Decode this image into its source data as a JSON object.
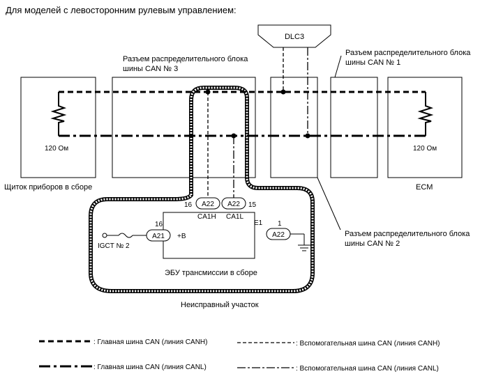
{
  "title": "Для моделей с левосторонним рулевым управлением:",
  "dlc3": "DLC3",
  "junction3_label": [
    "Разъем распределительного блока",
    "шины CAN № 3"
  ],
  "junction1_label": [
    "Разъем распределительного блока",
    "шины CAN № 1"
  ],
  "junction2_label": [
    "Разъем распределительного блока",
    "шины CAN № 2"
  ],
  "resistor_left": "120 Ом",
  "resistor_right": "120 Ом",
  "combination_meter": "Щиток приборов в сборе",
  "ecm": "ECM",
  "tcm": {
    "label": "ЭБУ трансмиссии в сборе",
    "plus_b": "+B",
    "e1": "E1",
    "connectors": [
      {
        "code": "A22",
        "pin": "16",
        "terminal": "CA1H"
      },
      {
        "code": "A22",
        "pin": "15",
        "terminal": "CA1L"
      },
      {
        "code": "A21",
        "pin": "16",
        "terminal": "+B"
      },
      {
        "code": "A22",
        "pin": "1",
        "terminal": "E1"
      }
    ]
  },
  "fuse": "IGCT № 2",
  "faulty_area": "Неисправный участок",
  "legend": {
    "main_canh": ": Главная шина CAN (линия CANH)",
    "main_canl": ": Главная шина CAN (линия CANL)",
    "branch_canh": ": Вспомогательная шина CAN (линия CANH)",
    "branch_canl": ": Вспомогательная шина CAN (линия CANL)"
  },
  "colors": {
    "line": "#000000",
    "background": "#ffffff"
  }
}
